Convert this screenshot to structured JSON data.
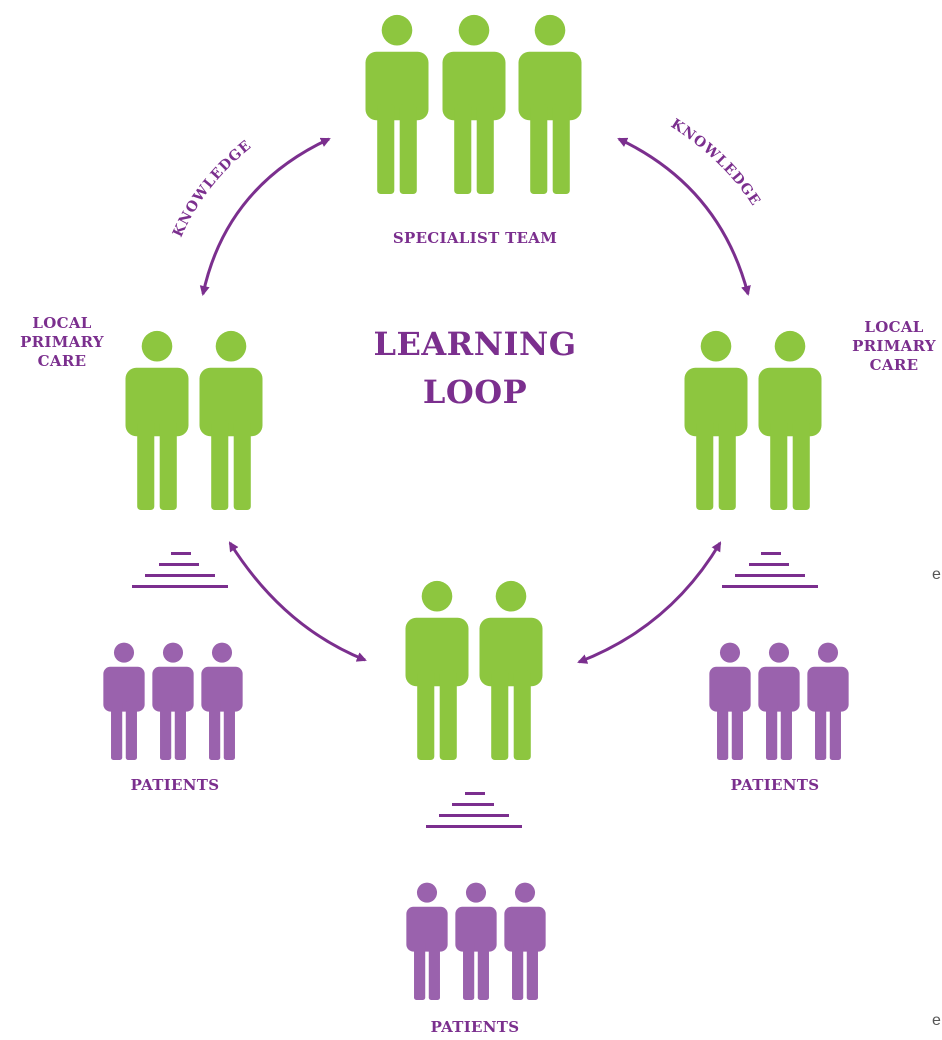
{
  "diagram": {
    "title": [
      "LEARNING",
      "LOOP"
    ],
    "specialist_team": "SPECIALIST TEAM",
    "local_primary_care_left": [
      "LOCAL",
      "PRIMARY",
      "CARE"
    ],
    "local_primary_care_right": [
      "LOCAL",
      "PRIMARY",
      "CARE"
    ],
    "patients_left": "PATIENTS",
    "patients_right": "PATIENTS",
    "patients_bottom": "PATIENTS",
    "arrow_label_left": "KNOWLEDGE",
    "arrow_label_right": "KNOWLEDGE",
    "edge_fragments": [
      "e",
      "e"
    ]
  },
  "colors": {
    "accent_purple": "#7b2f8e",
    "people_green": "#8dc63f",
    "patients_purple": "#9a62ad"
  }
}
